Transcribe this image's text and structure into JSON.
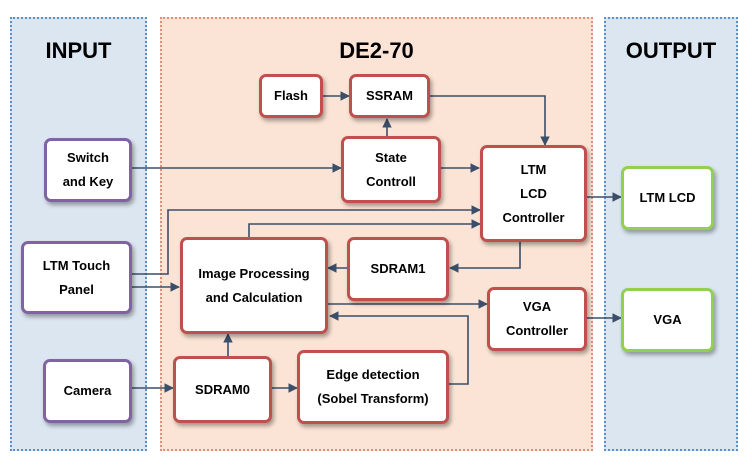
{
  "panels": {
    "input": "INPUT",
    "de2": "DE2-70",
    "output": "OUTPUT"
  },
  "blocks": {
    "switch_key": "Switch\nand Key",
    "ltm_touch": "LTM Touch\nPanel",
    "camera": "Camera",
    "flash": "Flash",
    "ssram": "SSRAM",
    "state_control": "State\nControll",
    "ltm_lcd_controller": "LTM\nLCD\nController",
    "image_processing": "Image Processing\nand Calculation",
    "sdram1": "SDRAM1",
    "vga_controller": "VGA\nController",
    "sdram0": "SDRAM0",
    "edge_detection": "Edge detection\n(Sobel Transform)",
    "ltm_lcd": "LTM LCD",
    "vga": "VGA"
  },
  "colors": {
    "input_panel_fill": "#dce6f1",
    "input_panel_border": "#5b8fc7",
    "de2_panel_fill": "#fbe4d5",
    "de2_panel_border": "#e0907a",
    "input_block_border": "#8064a2",
    "fpga_block_border": "#c0504d",
    "output_block_border": "#92d050",
    "connector": "#3b4f6a"
  }
}
